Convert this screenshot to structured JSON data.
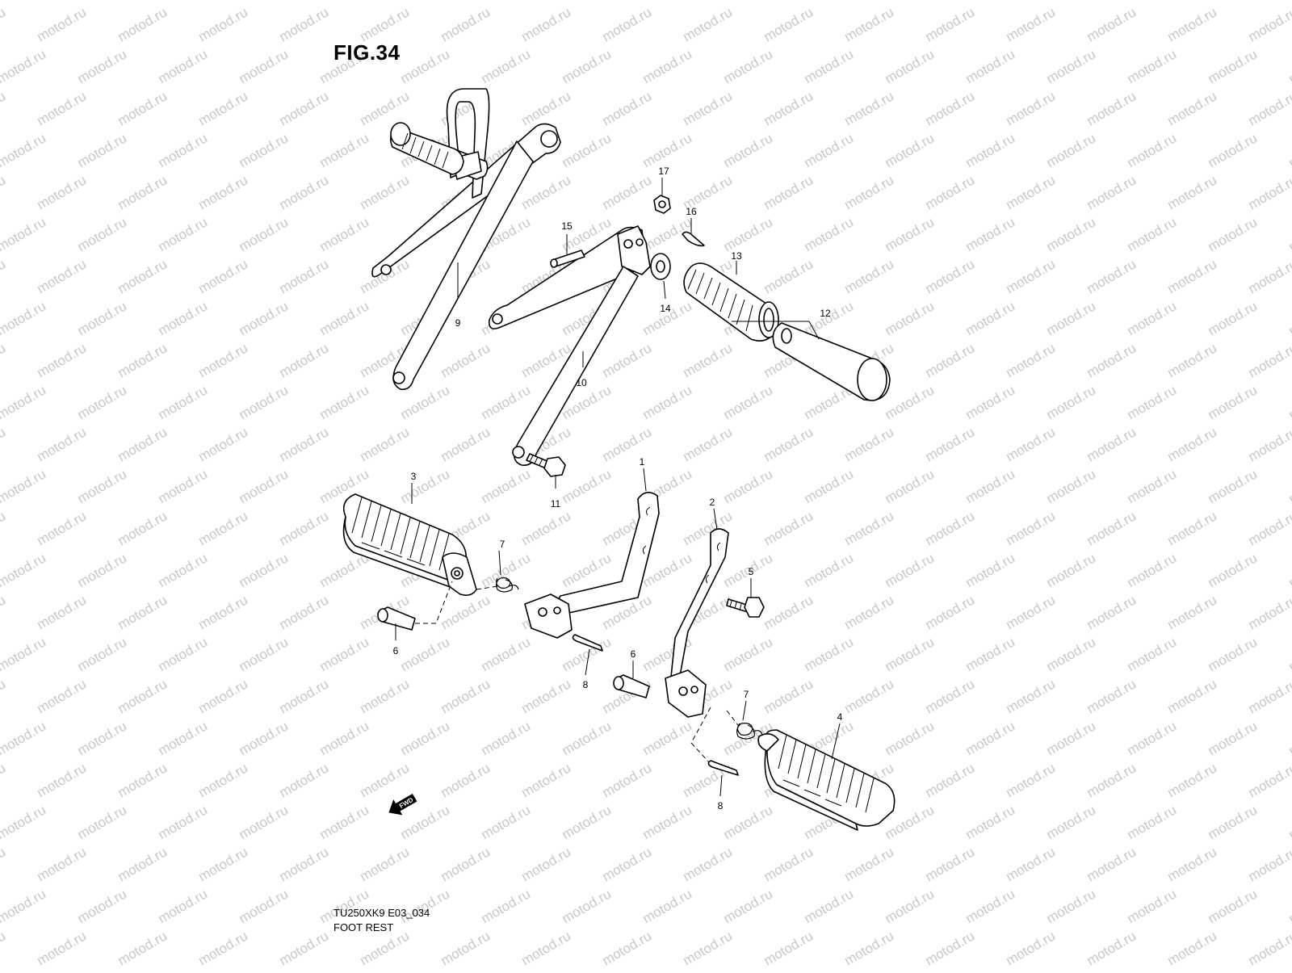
{
  "figure": {
    "title": "FIG.34",
    "model_code": "TU250XK9 E03_034",
    "section_name": "FOOT REST",
    "watermark": "motod.ru",
    "direction_marker": "FWD"
  },
  "callouts": [
    {
      "id": "1",
      "label": "1"
    },
    {
      "id": "2",
      "label": "2"
    },
    {
      "id": "3",
      "label": "3"
    },
    {
      "id": "4",
      "label": "4"
    },
    {
      "id": "5",
      "label": "5"
    },
    {
      "id": "6a",
      "label": "6"
    },
    {
      "id": "6b",
      "label": "6"
    },
    {
      "id": "7a",
      "label": "7"
    },
    {
      "id": "7b",
      "label": "7"
    },
    {
      "id": "8a",
      "label": "8"
    },
    {
      "id": "8b",
      "label": "8"
    },
    {
      "id": "9",
      "label": "9"
    },
    {
      "id": "10",
      "label": "10"
    },
    {
      "id": "11",
      "label": "11"
    },
    {
      "id": "12",
      "label": "12"
    },
    {
      "id": "13",
      "label": "13"
    },
    {
      "id": "14",
      "label": "14"
    },
    {
      "id": "15",
      "label": "15"
    },
    {
      "id": "16",
      "label": "16"
    },
    {
      "id": "17",
      "label": "17"
    }
  ],
  "colors": {
    "ink": "#000000",
    "paper": "#ffffff",
    "watermark": "#c8c8c8"
  }
}
